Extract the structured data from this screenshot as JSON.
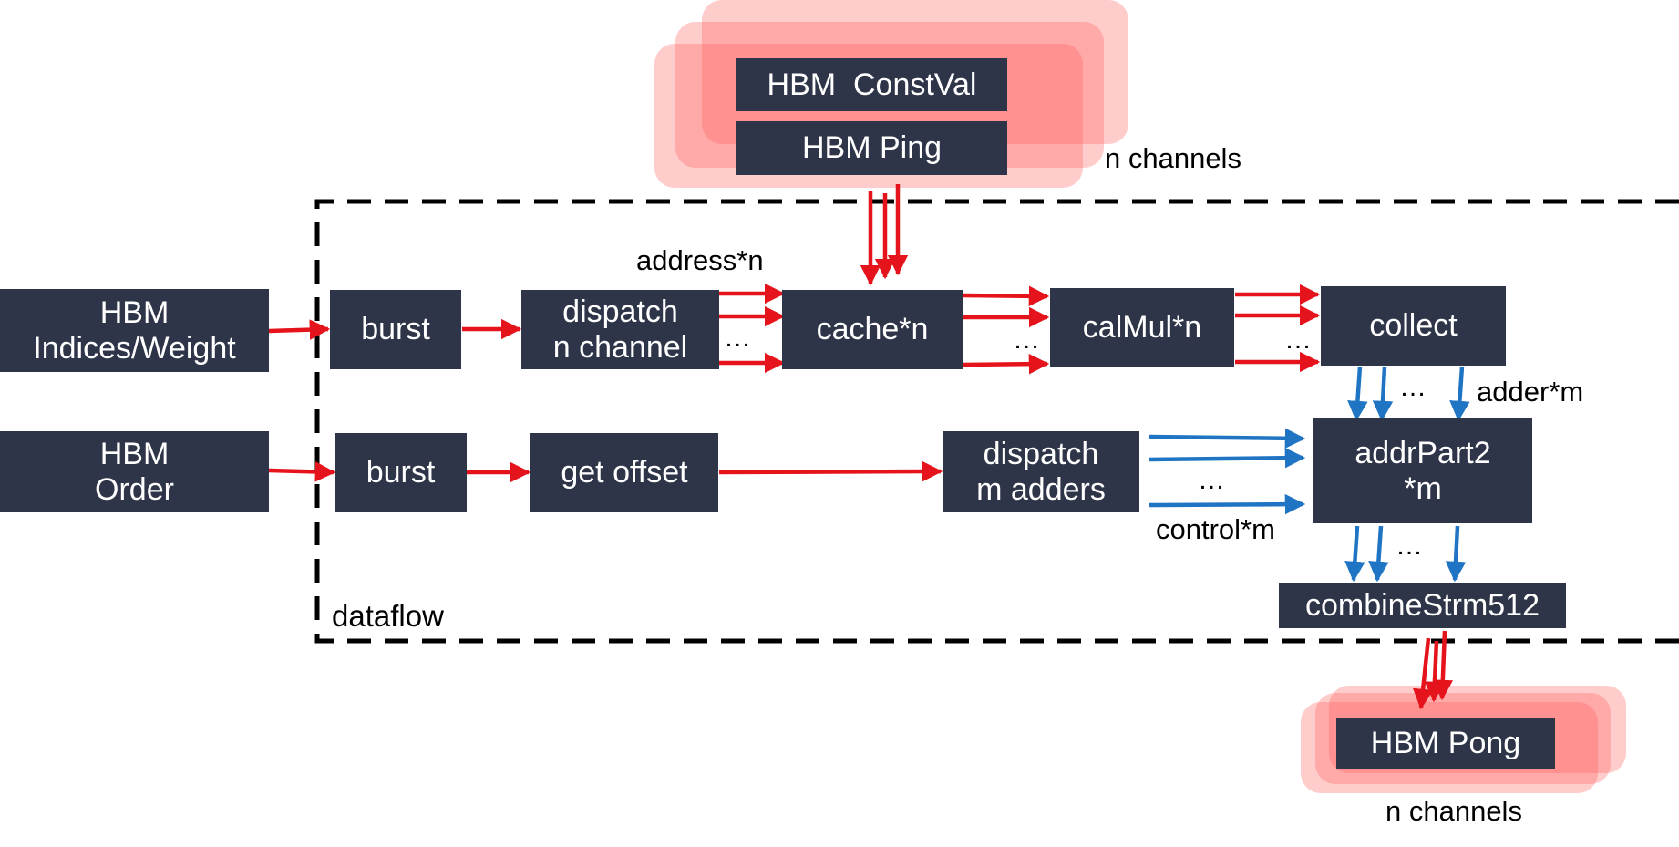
{
  "colors": {
    "box_fill": "#2f3548",
    "box_text": "#ffffff",
    "data_arrow": "#e5141c",
    "control_arrow": "#1f75c4",
    "memory_glow": "#ff6464",
    "dataflow_border": "#000000"
  },
  "memory_top": {
    "const_val": "HBM  ConstVal",
    "ping": "HBM Ping",
    "channels": "n channels"
  },
  "memory_bottom": {
    "pong": "HBM Pong",
    "channels": "n channels"
  },
  "dataflow": {
    "label": "dataflow"
  },
  "inputs": {
    "indices_weight": [
      "HBM",
      "Indices/Weight"
    ],
    "order": [
      "HBM",
      "Order"
    ]
  },
  "upper_path": {
    "burst": "burst",
    "dispatch": [
      "dispatch",
      "n channel"
    ],
    "cache": "cache*n",
    "cal_mul": "calMul*n",
    "collect": "collect",
    "address_label": "address*n"
  },
  "lower_path": {
    "burst": "burst",
    "get_offset": "get offset",
    "dispatch": [
      "dispatch",
      "m adders"
    ],
    "addr_part": [
      "addrPart2",
      "*m"
    ],
    "combine": "combineStrm512",
    "control_label": "control*m",
    "adder_label": "adder*m"
  },
  "ellipsis": "…"
}
